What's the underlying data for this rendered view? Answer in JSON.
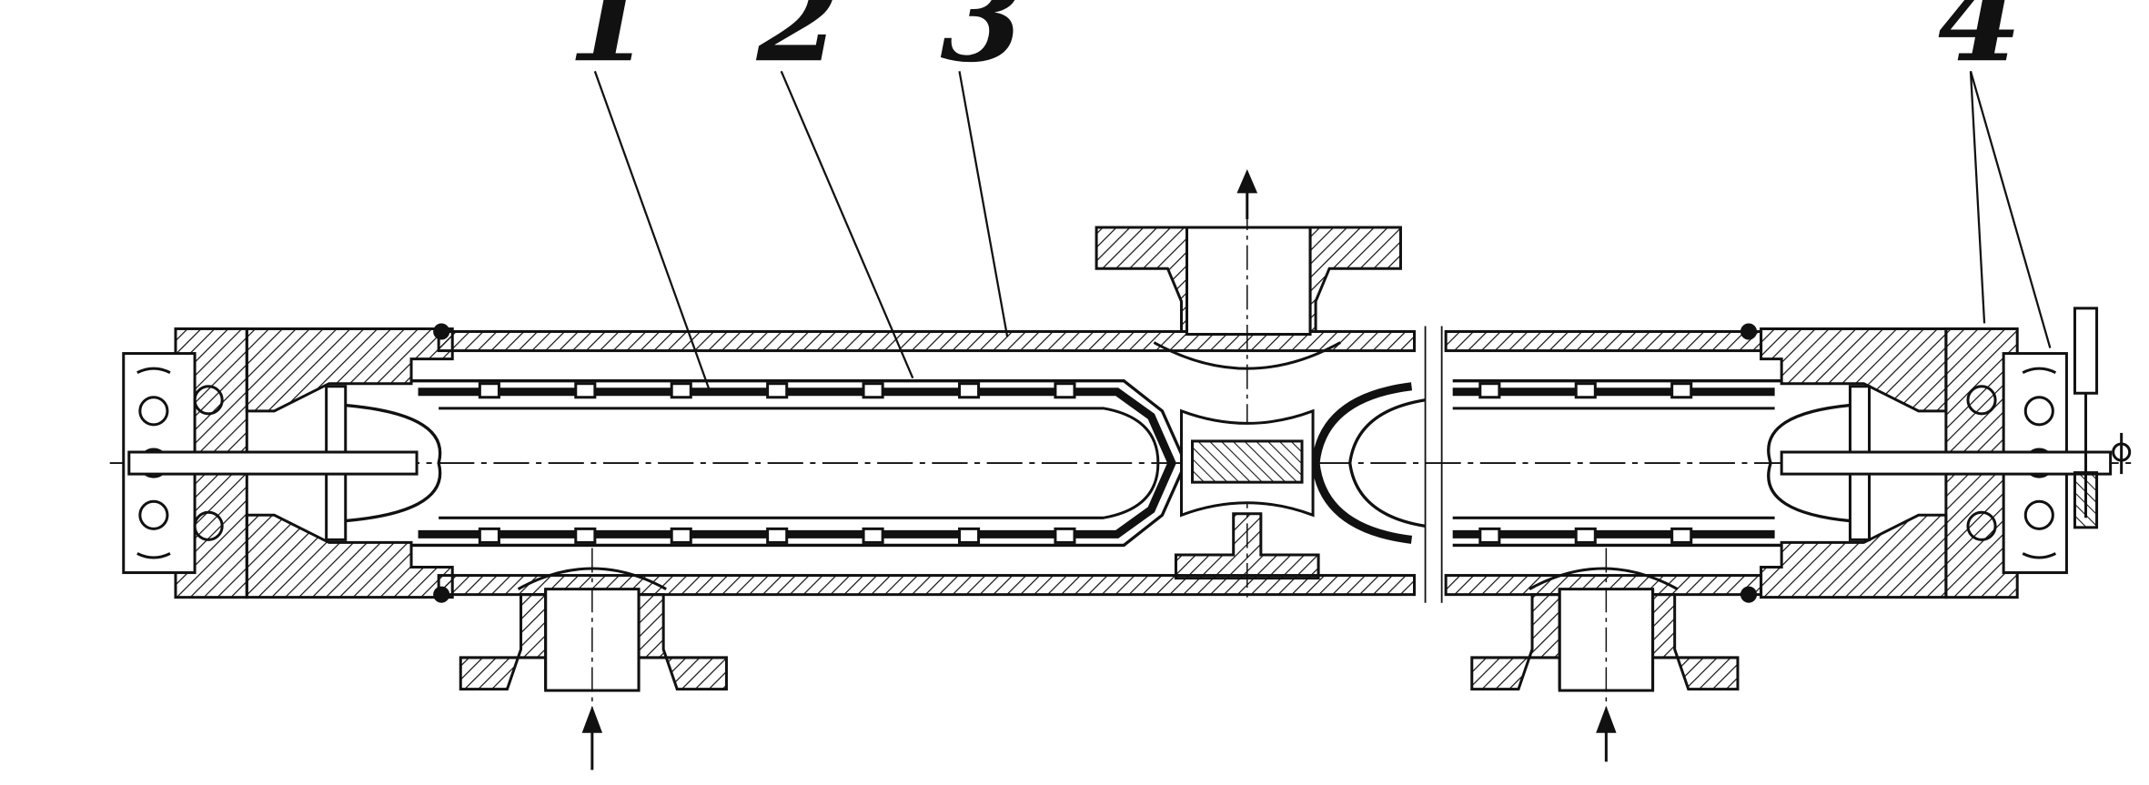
{
  "diagram": {
    "callouts": [
      {
        "id": "1",
        "label": "1"
      },
      {
        "id": "2",
        "label": "2"
      },
      {
        "id": "3",
        "label": "3"
      },
      {
        "id": "4",
        "label": "4"
      }
    ],
    "colors": {
      "ink": "#111111",
      "paper": "#ffffff"
    }
  }
}
